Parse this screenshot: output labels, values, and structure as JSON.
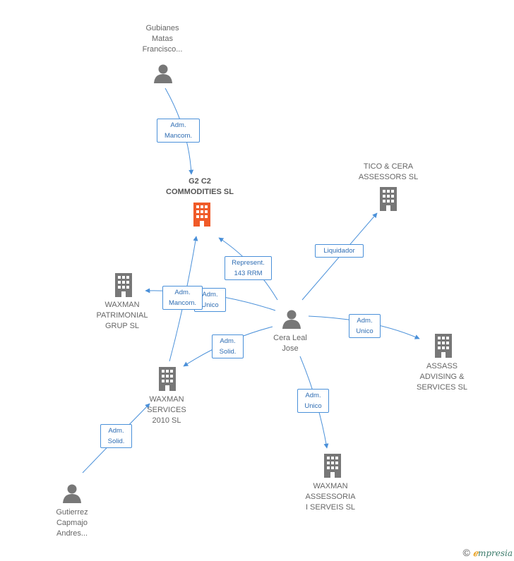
{
  "nodes": {
    "gubianes": {
      "label": "Gubianes\nMatas\nFrancisco..."
    },
    "g2c2": {
      "label": "G2 C2\nCOMMODITIES SL"
    },
    "tico": {
      "label": "TICO & CERA\nASSESSORS SL"
    },
    "waxman_patrimonial": {
      "label": "WAXMAN\nPATRIMONIAL\nGRUP SL"
    },
    "cera": {
      "label": "Cera Leal\nJose"
    },
    "assass": {
      "label": "ASSASS\nADVISING &\nSERVICES SL"
    },
    "waxman_services": {
      "label": "WAXMAN\nSERVICES\n2010 SL"
    },
    "waxman_assessoria": {
      "label": "WAXMAN\nASSESSORIA\nI SERVEIS SL"
    },
    "gutierrez": {
      "label": "Gutierrez\nCapmajo\nAndres..."
    }
  },
  "edges": {
    "gubianes_g2c2": "Adm.\nMancom.",
    "cera_g2c2": "Represent.\n143 RRM",
    "cera_tico": "Liquidador",
    "cera_patrimonial": "Adm.\nUnico",
    "services_g2c2": "Adm.\nMancom.",
    "cera_assass": "Adm.\nUnico",
    "cera_services": "Adm.\nSolid.",
    "cera_assessoria": "Adm.\nUnico",
    "gutierrez_services": "Adm.\nSolid."
  },
  "colors": {
    "edge": "#4a90d9",
    "company_icon": "#777777",
    "main_company_icon": "#f05a28",
    "person_icon": "#777777"
  },
  "footer": {
    "copyright": "©",
    "brand_e": "ℯ",
    "brand_rest": "mpresia"
  }
}
